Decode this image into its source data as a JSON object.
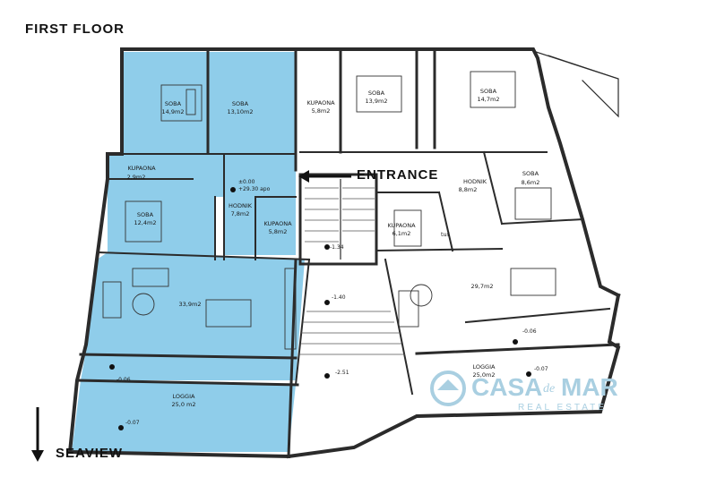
{
  "floor_title": "FIRST FLOOR",
  "entrance_label": "ENTRANCE",
  "seaview_label": "SEAVIEW",
  "colors": {
    "highlight": "#8fcdea",
    "wall": "#2b2b2b",
    "logo": "#a9cfe1"
  },
  "logo": {
    "name_a": "CASA",
    "name_b": "de",
    "name_c": "MAR",
    "tagline": "REAL ESTATE"
  },
  "rooms": {
    "soba_a": "SOBA",
    "soba_a_area": "14,9m2",
    "soba_b": "SOBA",
    "soba_b_area": "13,10m2",
    "kup_a": "KUPAONA",
    "kup_a_area": "2,9m2",
    "soba_c": "SOBA",
    "soba_c_area": "12,4m2",
    "hodnik": "HODNIK",
    "hodnik_area": "7,8m2",
    "kup_b": "KUPAONA",
    "kup_b_area": "5,8m2",
    "living_a_area": "33,9m2",
    "loggia_a": "LOGGIA",
    "loggia_a_area": "25,0 m2",
    "kup_c": "KUPAONA",
    "kup_c_area": "5,8m2",
    "soba_d": "SOBA",
    "soba_d_area": "13,9m2",
    "soba_e": "SOBA",
    "soba_e_area": "14,7m2",
    "hodnik_b": "HODNIK",
    "hodnik_b_area": "8,8m2",
    "soba_f": "SOBA",
    "soba_f_area": "8,6m2",
    "kup_d": "KUPAONA",
    "kup_d_area": "6,1m2",
    "tus": "tuš",
    "living_b_area": "29,7m2",
    "loggia_b": "LOGGIA",
    "loggia_b_area": "25,0m2"
  },
  "levels": {
    "l1": "±0.00",
    "l2": "+29.30 apo",
    "l3": "-1.34",
    "l4": "-1.40",
    "l5": "-2.51",
    "l6": "-0.06",
    "l7": "-0.07",
    "l8": "-0.06",
    "l9": "-0.07"
  }
}
